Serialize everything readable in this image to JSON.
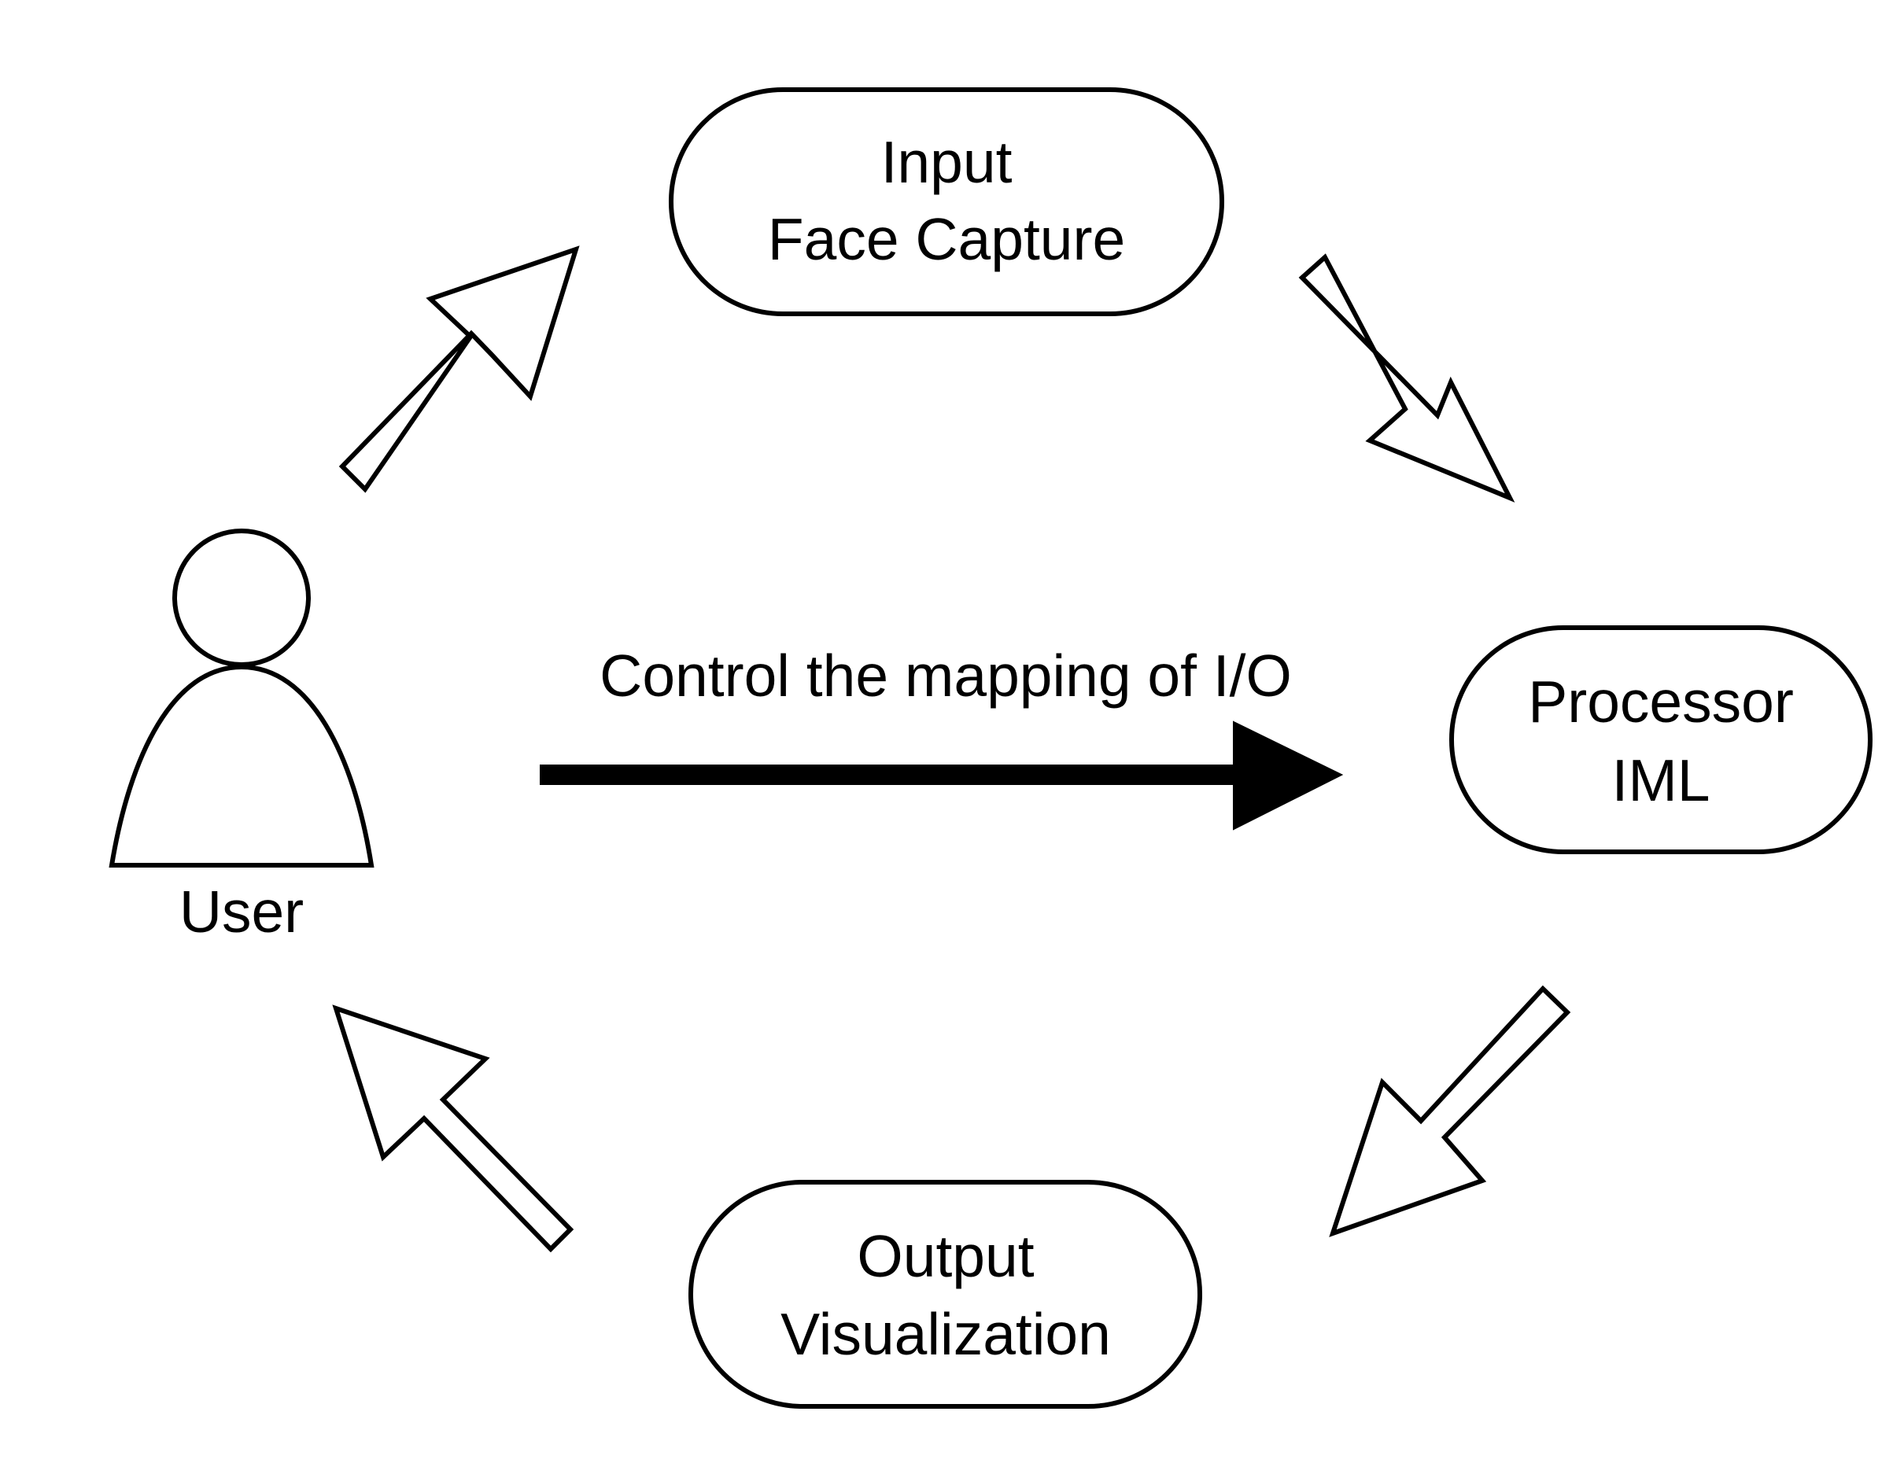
{
  "diagram": {
    "user": {
      "label": "User"
    },
    "input_node": {
      "line1": "Input",
      "line2": "Face Capture"
    },
    "processor_node": {
      "line1": "Processor",
      "line2": "IML"
    },
    "output_node": {
      "line1": "Output",
      "line2": "Visualization"
    },
    "control_edge": {
      "label": "Control the mapping of I/O"
    },
    "cycle_edges": [
      {
        "from": "User",
        "to": "Input"
      },
      {
        "from": "Input",
        "to": "Processor"
      },
      {
        "from": "Processor",
        "to": "Output"
      },
      {
        "from": "Output",
        "to": "User"
      }
    ],
    "colors": {
      "stroke": "#000000",
      "fill": "#ffffff"
    }
  }
}
